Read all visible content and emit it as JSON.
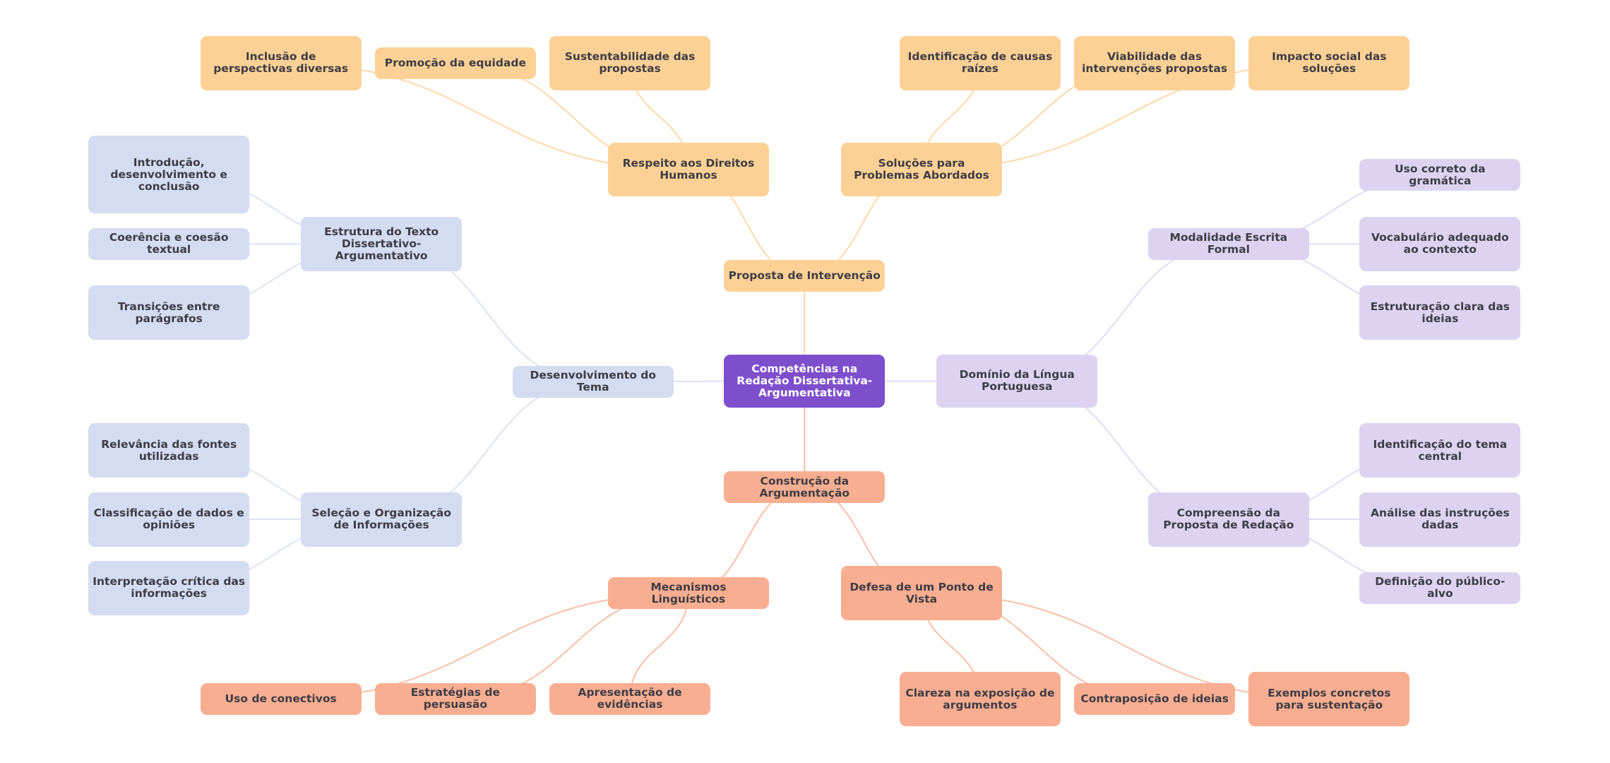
{
  "title": "Competências na Redação Dissertativa-Argumentativa",
  "colors": {
    "root": "#7e4fcc",
    "orange": "#fdd196",
    "orange_edge": "#fdd9a9",
    "salmon": "#f9ae91",
    "salmon_edge": "#f9bfa8",
    "blue": "#d4dcf1",
    "blue_edge": "#dde3f3",
    "lilac": "#ddd3f1",
    "lilac_edge": "#e3dbf5",
    "text": "#3d3d45"
  },
  "nodes": [
    {
      "id": "root",
      "label": "Competências na Redação Dissertativa-Argumentativa",
      "theme": "root"
    },
    {
      "id": "proposta",
      "label": "Proposta de Intervenção",
      "theme": "orange",
      "parent": "root"
    },
    {
      "id": "respeito",
      "label": "Respeito aos Direitos Humanos",
      "theme": "orange",
      "parent": "proposta"
    },
    {
      "id": "solucoes",
      "label": "Soluções para Problemas Abordados",
      "theme": "orange",
      "parent": "proposta"
    },
    {
      "id": "inclusao",
      "label": "Inclusão de perspectivas diversas",
      "theme": "orange",
      "parent": "respeito"
    },
    {
      "id": "promocao",
      "label": "Promoção da equidade",
      "theme": "orange",
      "parent": "respeito"
    },
    {
      "id": "sustentabilidade",
      "label": "Sustentabilidade das propostas",
      "theme": "orange",
      "parent": "respeito"
    },
    {
      "id": "causas",
      "label": "Identificação de causas raízes",
      "theme": "orange",
      "parent": "solucoes"
    },
    {
      "id": "viabilidade",
      "label": "Viabilidade das intervenções propostas",
      "theme": "orange",
      "parent": "solucoes"
    },
    {
      "id": "impacto",
      "label": "Impacto social das soluções",
      "theme": "orange",
      "parent": "solucoes"
    },
    {
      "id": "desenvolvimento",
      "label": "Desenvolvimento do Tema",
      "theme": "blue",
      "parent": "root"
    },
    {
      "id": "estrutura",
      "label": "Estrutura do Texto Dissertativo-Argumentativo",
      "theme": "blue",
      "parent": "desenvolvimento"
    },
    {
      "id": "introducao",
      "label": "Introdução, desenvolvimento e conclusão",
      "theme": "blue",
      "parent": "estrutura"
    },
    {
      "id": "coerencia",
      "label": "Coerência e coesão textual",
      "theme": "blue",
      "parent": "estrutura"
    },
    {
      "id": "transicoes",
      "label": "Transições entre parágrafos",
      "theme": "blue",
      "parent": "estrutura"
    },
    {
      "id": "selecao",
      "label": "Seleção e Organização de Informações",
      "theme": "blue",
      "parent": "desenvolvimento"
    },
    {
      "id": "relevancia",
      "label": "Relevância das fontes utilizadas",
      "theme": "blue",
      "parent": "selecao"
    },
    {
      "id": "classificacao",
      "label": "Classificação de dados e opiniões",
      "theme": "blue",
      "parent": "selecao"
    },
    {
      "id": "interpretacao",
      "label": "Interpretação crítica das informações",
      "theme": "blue",
      "parent": "selecao"
    },
    {
      "id": "dominio",
      "label": "Domínio da Língua Portuguesa",
      "theme": "lilac",
      "parent": "root"
    },
    {
      "id": "modalidade",
      "label": "Modalidade Escrita Formal",
      "theme": "lilac",
      "parent": "dominio"
    },
    {
      "id": "gramatica",
      "label": "Uso correto da gramática",
      "theme": "lilac",
      "parent": "modalidade"
    },
    {
      "id": "vocabulario",
      "label": "Vocabulário adequado ao contexto",
      "theme": "lilac",
      "parent": "modalidade"
    },
    {
      "id": "estruturacao",
      "label": "Estruturação clara das ideias",
      "theme": "lilac",
      "parent": "modalidade"
    },
    {
      "id": "compreensao",
      "label": "Compreensão da Proposta de Redação",
      "theme": "lilac",
      "parent": "dominio"
    },
    {
      "id": "tema",
      "label": "Identificação do tema central",
      "theme": "lilac",
      "parent": "compreensao"
    },
    {
      "id": "analise",
      "label": "Análise das instruções dadas",
      "theme": "lilac",
      "parent": "compreensao"
    },
    {
      "id": "publico",
      "label": "Definição do público-alvo",
      "theme": "lilac",
      "parent": "compreensao"
    },
    {
      "id": "construcao",
      "label": "Construção da Argumentação",
      "theme": "salmon",
      "parent": "root"
    },
    {
      "id": "mecanismos",
      "label": "Mecanismos Linguísticos",
      "theme": "salmon",
      "parent": "construcao"
    },
    {
      "id": "defesa",
      "label": "Defesa de um Ponto de Vista",
      "theme": "salmon",
      "parent": "construcao"
    },
    {
      "id": "conectivos",
      "label": "Uso de conectivos",
      "theme": "salmon",
      "parent": "mecanismos"
    },
    {
      "id": "persuasao",
      "label": "Estratégias de persuasão",
      "theme": "salmon",
      "parent": "mecanismos"
    },
    {
      "id": "evidencias",
      "label": "Apresentação de evidências",
      "theme": "salmon",
      "parent": "mecanismos"
    },
    {
      "id": "clareza",
      "label": "Clareza na exposição de argumentos",
      "theme": "salmon",
      "parent": "defesa"
    },
    {
      "id": "contraposicao",
      "label": "Contraposição de ideias",
      "theme": "salmon",
      "parent": "defesa"
    },
    {
      "id": "exemplos",
      "label": "Exemplos concretos para sustentação",
      "theme": "salmon",
      "parent": "defesa"
    }
  ]
}
